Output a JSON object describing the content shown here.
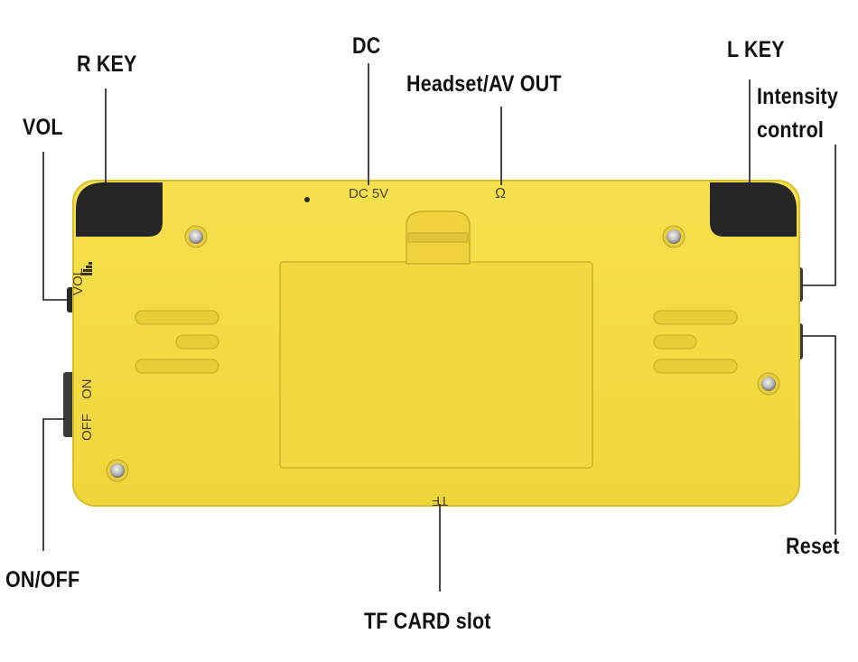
{
  "labels": {
    "r_key": "R KEY",
    "dc": "DC",
    "headset": "Headset/AV OUT",
    "l_key": "L KEY",
    "intensity_line1": "Intensity",
    "intensity_line2": "control",
    "vol": "VOL",
    "on_off": "ON/OFF",
    "reset": "Reset",
    "tf_card": "TF CARD slot"
  },
  "device_markings": {
    "dc": "DC 5V",
    "headphone_symbol": "Ω",
    "vol": "VOL",
    "on": "ON",
    "off": "OFF",
    "tf": "TF"
  },
  "colors": {
    "shell": "#f5dc45",
    "shell_edge": "#d9bf2c",
    "shoulder_button": "#262626",
    "leader_line": "#1a1a1a",
    "callout_text": "#111111"
  }
}
